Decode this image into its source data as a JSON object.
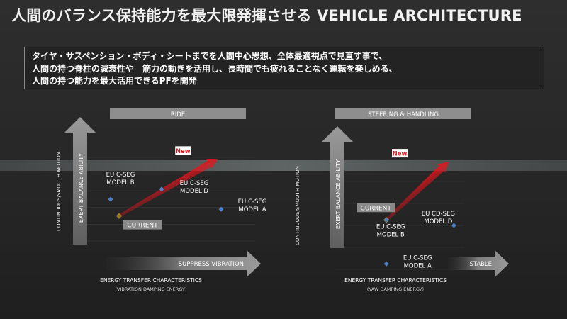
{
  "title": "人間のバランス保持能力を最大限発揮させる VEHICLE ARCHITECTURE",
  "intro": {
    "lines": [
      "タイヤ・サスペンション・ボディ・シートまでを人間中心思想、全体最適視点で見直す事で、",
      "人間の持つ脊柱の減衰性や　筋力の動きを活用し、長時間でも疲れることなく運転を楽しめる、",
      "人間の持つ能力を最大活用できるPFを開発"
    ]
  },
  "colors": {
    "background": "#2b2b2b",
    "red": "#e8141b",
    "gold": "#9a7d2a",
    "blue": "#4d7fc4",
    "header_bar": "#8e8e8e"
  },
  "chart_data": [
    {
      "type": "scatter",
      "title": "RIDE",
      "xlabel": "ENERGY TRANSFER CHARACTERISTICS",
      "xlabel_sub": "(VIBRATION DAMPING ENERGY)",
      "x_arrow_label": "SUPPRESS VIBRATION",
      "ylabel": "CONTINUOUS/SMOOTH MOTION",
      "y_arrow_label": "EXERT BALANCE ABILITY",
      "new_label": "New",
      "current_label": "CURRENT",
      "points": [
        {
          "name": "CURRENT",
          "label": "CURRENT",
          "color": "gold",
          "x": 0.2,
          "y": 0.3
        },
        {
          "name": "EU C-SEG MODEL B",
          "label": "EU C-SEG\nMODEL B",
          "color": "blue",
          "x": 0.15,
          "y": 0.5
        },
        {
          "name": "EU C-SEG MODEL D",
          "label": "EU C-SEG\nMODEL D",
          "color": "blue",
          "x": 0.45,
          "y": 0.62
        },
        {
          "name": "EU C-SEG MODEL A",
          "label": "EU C-SEG\nMODEL A",
          "color": "blue",
          "x": 0.8,
          "y": 0.38
        },
        {
          "name": "New",
          "label": "New",
          "color": "red",
          "x": 0.78,
          "y": 0.98
        }
      ]
    },
    {
      "type": "scatter",
      "title": "STEERING & HANDLING",
      "xlabel": "ENERGY TRANSFER CHARACTERISTICS",
      "xlabel_sub": "(YAW DAMPING ENERGY)",
      "x_arrow_label": "STABLE",
      "ylabel": "CONTINUOUS/SMOOTH MOTION",
      "y_arrow_label": "EXERT BALANCE ABILITY",
      "new_label": "New",
      "current_label": "CURRENT",
      "points": [
        {
          "name": "CURRENT",
          "label": "CURRENT",
          "color": "gold",
          "x": 0.4,
          "y": 0.45
        },
        {
          "name": "EU C-SEG MODEL B",
          "label": "EU C-SEG\nMODEL B",
          "color": "blue",
          "x": 0.4,
          "y": 0.45
        },
        {
          "name": "EU CD-SEG MODEL D",
          "label": "EU CD-SEG\nMODEL D",
          "color": "blue",
          "x": 0.92,
          "y": 0.4
        },
        {
          "name": "EU C-SEG MODEL A",
          "label": "EU C-SEG\nMODEL A",
          "color": "blue",
          "x": 0.4,
          "y": 0.05
        },
        {
          "name": "New",
          "label": "New",
          "color": "red",
          "x": 0.88,
          "y": 0.98
        }
      ]
    }
  ]
}
